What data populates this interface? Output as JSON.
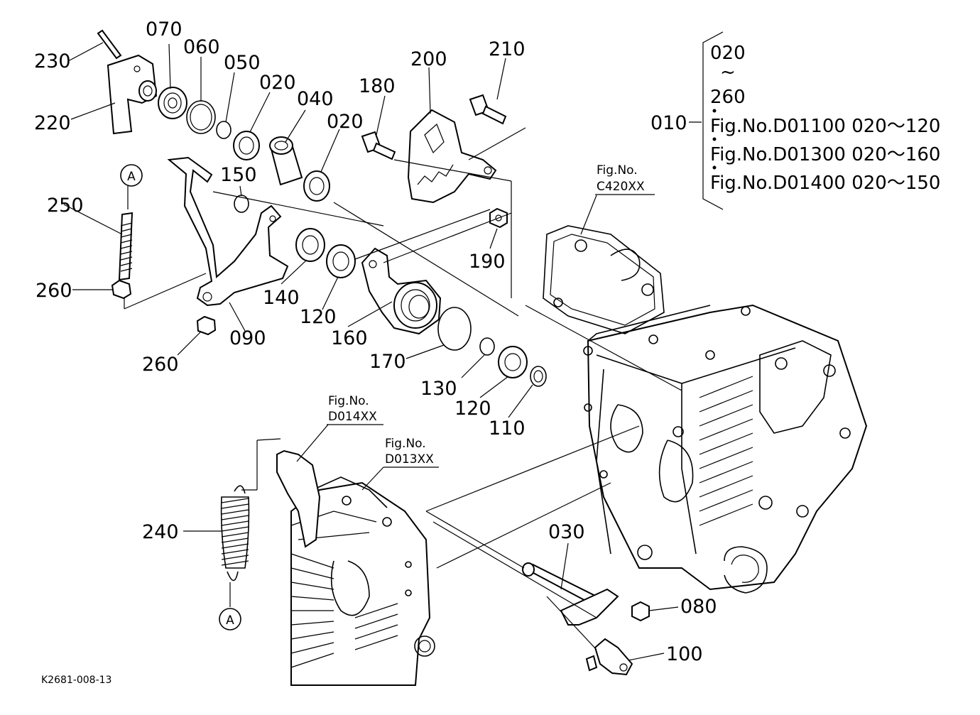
{
  "part_numbers": {
    "p010": "010",
    "p020a": "020",
    "p020b": "020",
    "p030": "030",
    "p040": "040",
    "p050": "050",
    "p060": "060",
    "p070": "070",
    "p080": "080",
    "p090": "090",
    "p100": "100",
    "p110": "110",
    "p120a": "120",
    "p120b": "120",
    "p130": "130",
    "p140": "140",
    "p150": "150",
    "p160": "160",
    "p170": "170",
    "p180": "180",
    "p190": "190",
    "p200": "200",
    "p210": "210",
    "p220": "220",
    "p230": "230",
    "p240": "240",
    "p250": "250",
    "p260a": "260",
    "p260b": "260"
  },
  "circle_markers": {
    "top": "A",
    "bottom": "A"
  },
  "figure_refs": {
    "c420": {
      "line1": "Fig.No.",
      "line2": "C420XX"
    },
    "d014": {
      "line1": "Fig.No.",
      "line2": "D014XX"
    },
    "d013": {
      "line1": "Fig.No.",
      "line2": "D013XX"
    }
  },
  "legend": {
    "range_start": "020",
    "tilde": "~",
    "range_end": "260",
    "rows": [
      "Fig.No.D01100  020～120",
      "Fig.No.D01300  020～160",
      "Fig.No.D01400  020～150"
    ]
  },
  "drawing_code": "K2681-008-13"
}
